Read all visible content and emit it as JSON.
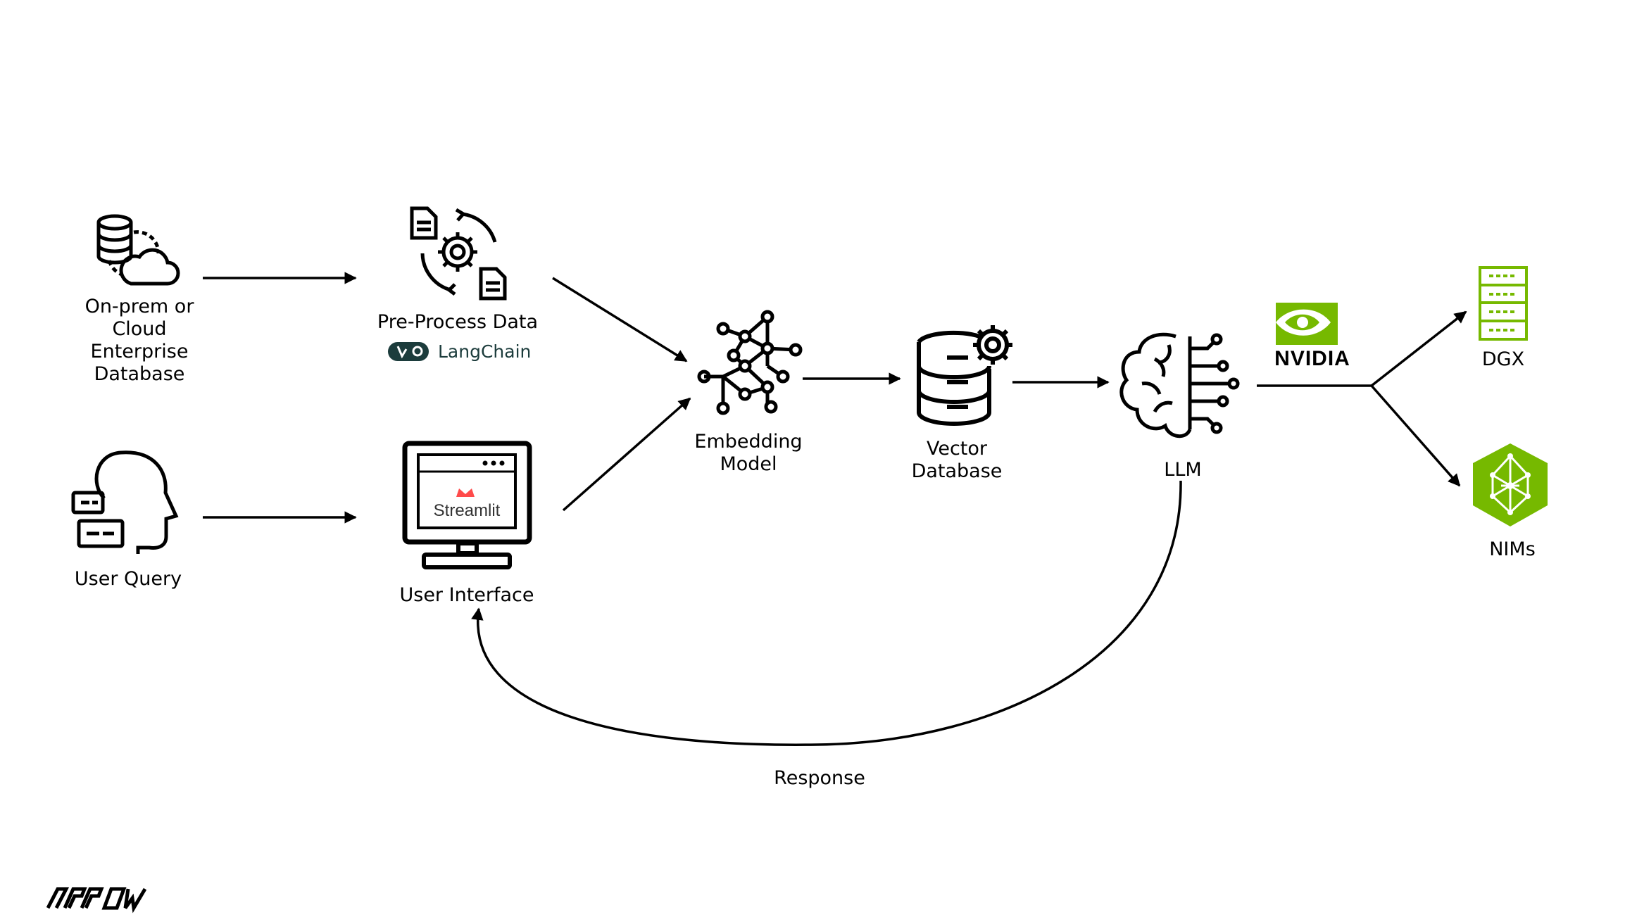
{
  "nodes": {
    "database": {
      "label_lines": [
        "On-prem or",
        "Cloud",
        "Enterprise",
        "Database"
      ],
      "icon": "database-cloud-icon"
    },
    "user_query": {
      "label": "User Query",
      "icon": "user-chat-head-icon"
    },
    "preprocess": {
      "label": "Pre-Process Data",
      "icon": "document-gear-cycle-icon",
      "badge": "LangChain"
    },
    "user_interface": {
      "label": "User Interface",
      "icon": "monitor-icon",
      "screen_text": "Streamlit"
    },
    "embedding": {
      "label_lines": [
        "Embedding",
        "Model"
      ],
      "icon": "neural-network-icon"
    },
    "vector_db": {
      "label_lines": [
        "Vector",
        "Database"
      ],
      "icon": "database-gear-icon"
    },
    "llm": {
      "label": "LLM",
      "icon": "brain-circuit-icon"
    },
    "nvidia": {
      "label": "NVIDIA",
      "icon": "nvidia-eye-logo"
    },
    "dgx": {
      "label": "DGX",
      "icon": "server-rack-icon"
    },
    "nims": {
      "label": "NIMs",
      "icon": "cube-network-icon"
    }
  },
  "edges": {
    "response_label": "Response"
  },
  "footer": {
    "logo_text": "ARROW"
  },
  "colors": {
    "nvidia_green": "#76b900",
    "ink": "#000000",
    "streamlit_red": "#ff4b4b",
    "langchain_dark": "#1c3c3c"
  }
}
